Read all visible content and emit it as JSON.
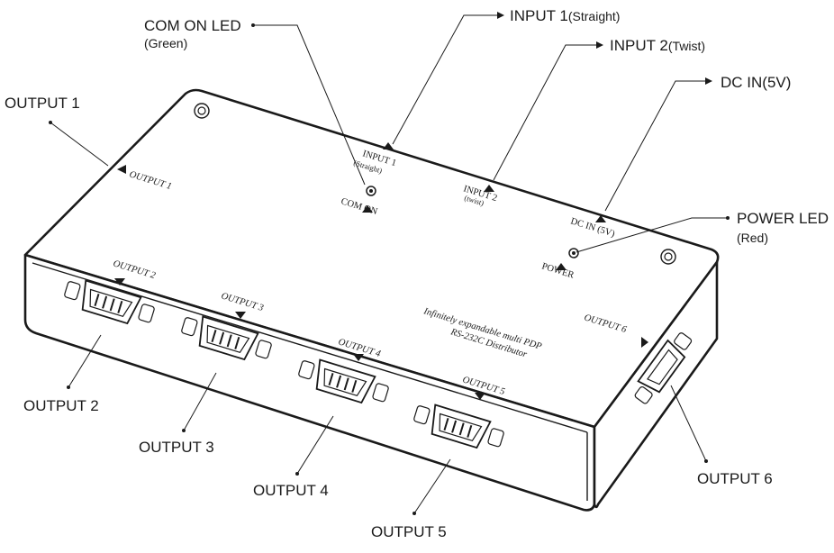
{
  "callouts": {
    "output1": "OUTPUT 1",
    "com_on_led": "COM ON LED",
    "com_on_led_color": "(Green)",
    "input1": "INPUT 1",
    "input1_type": "(Straight)",
    "input2": "INPUT 2",
    "input2_type": "(Twist)",
    "dc_in": "DC IN(5V)",
    "power_led": "POWER LED",
    "power_led_color": "(Red)",
    "output2": "OUTPUT 2",
    "output3": "OUTPUT 3",
    "output4": "OUTPUT 4",
    "output5": "OUTPUT 5",
    "output6": "OUTPUT 6"
  },
  "panel_labels": {
    "output1": "OUTPUT 1",
    "input1": "INPUT 1",
    "input1_sub": "(Straight)",
    "com_on": "COM ON",
    "input2": "INPUT 2",
    "input2_sub": "(twist)",
    "dc_in": "DC IN (5V)",
    "power": "POWER",
    "output2": "OUTPUT 2",
    "output3": "OUTPUT 3",
    "output4": "OUTPUT 4",
    "output5": "OUTPUT 5",
    "output6": "OUTPUT 6",
    "product_line1": "Infinitely expandable multi PDP",
    "product_line2": "RS-232C Distributor"
  }
}
